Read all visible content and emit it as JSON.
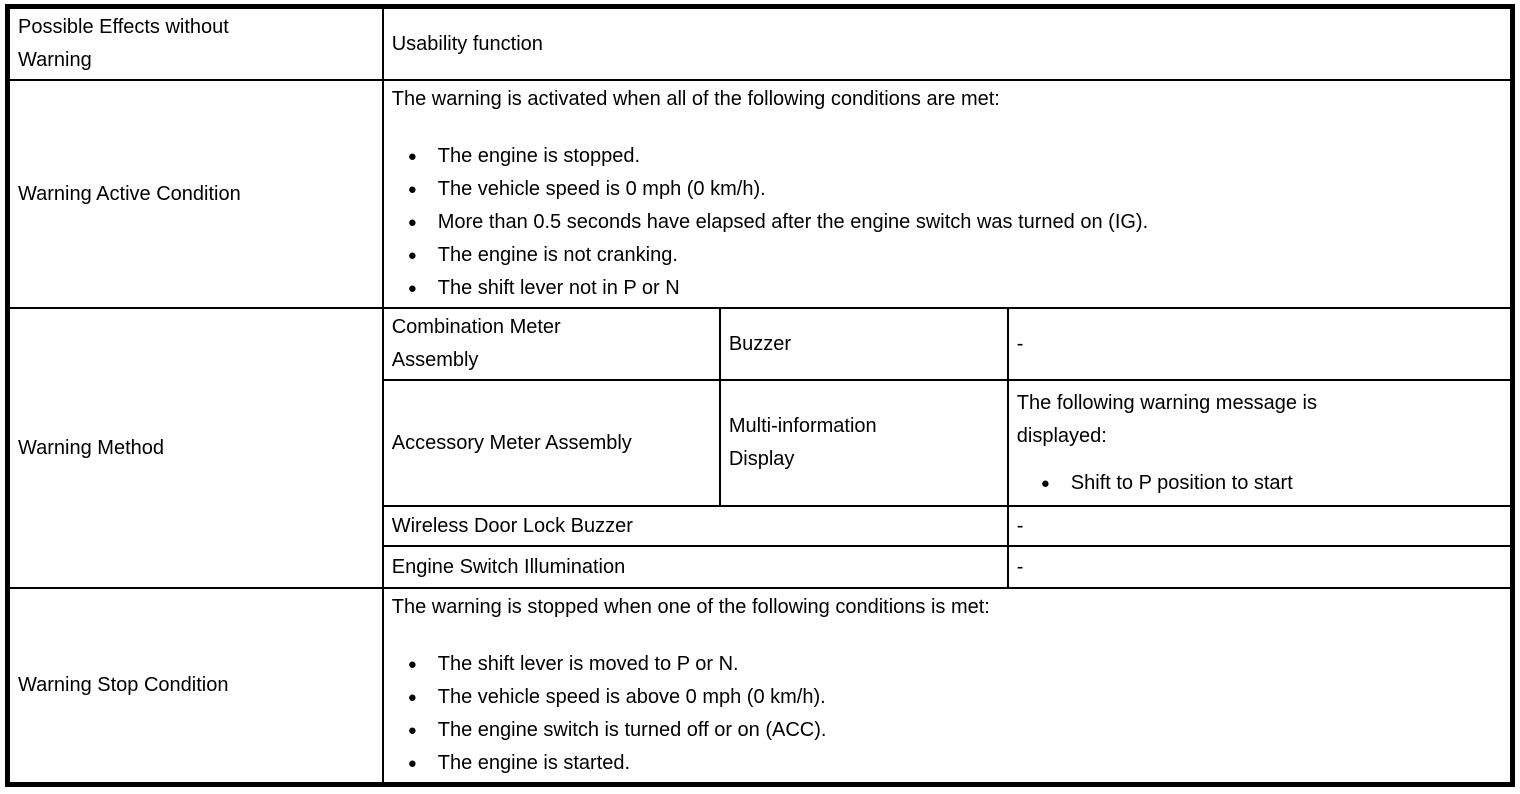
{
  "icons": {
    "bullet": "●"
  },
  "table": {
    "header": {
      "label": "Possible Effects without\nWarning",
      "value": "Usability function"
    },
    "active_condition": {
      "label": "Warning Active Condition",
      "intro": "The warning is activated when all of the following conditions are met:",
      "bullets": [
        "The engine is stopped.",
        "The vehicle speed is 0 mph (0 km/h).",
        "More than 0.5 seconds have elapsed after the engine switch was turned on (IG).",
        "The engine is not cranking.",
        "The shift lever not in P or N"
      ]
    },
    "method": {
      "label": "Warning Method",
      "rows": [
        {
          "device": "Combination Meter\nAssembly",
          "component": "Buzzer",
          "detail": "-"
        },
        {
          "device": "Accessory Meter Assembly",
          "component": "Multi-information\nDisplay",
          "detail_intro": "The following warning message is\ndisplayed:",
          "detail_bullets": [
            "Shift to P position to start"
          ]
        },
        {
          "device": "Wireless Door Lock Buzzer",
          "detail": "-"
        },
        {
          "device": "Engine Switch Illumination",
          "detail": "-"
        }
      ]
    },
    "stop_condition": {
      "label": "Warning Stop Condition",
      "intro": "The warning is stopped when one of the following conditions is met:",
      "bullets": [
        "The shift lever is moved to P or N.",
        "The vehicle speed is above 0 mph (0 km/h).",
        "The engine switch is turned off or on (ACC).",
        "The engine is started."
      ]
    }
  }
}
